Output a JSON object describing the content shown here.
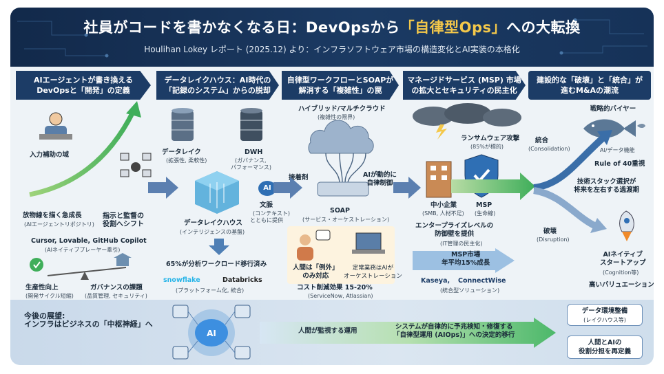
{
  "title": {
    "pre": "社員がコードを書かなくなる日：DevOpsから",
    "hl": "「自律型Ops」",
    "post": "への大転換"
  },
  "subtitle": "Houlihan Lokey レポート (2025.12) より：インフラソフトウェア市場の構造変化とAI実装の本格化",
  "col1": {
    "header_line1": "AIエージェントが書き換える",
    "header_line2": "DevOpsと「開発」の定義",
    "input": "入力補助の域",
    "growth": "放物線を描く急成長",
    "growth_sub": "(AIエージェントリポジトリ)",
    "supervise_1": "指示と監督の",
    "supervise_2": "役割へシフト",
    "tools": "Cursor, Lovable, GitHub Copilot",
    "tools_sub": "(AIネイティブプレーヤー牽引)",
    "prod": "生産性向上",
    "prod_sub": "(開発サイクル短縮)",
    "gov": "ガバナンスの課題",
    "gov_sub": "(品質管理, セキュリティ)"
  },
  "col2": {
    "header_line1": "データレイクハウス：AI時代の",
    "header_line2": "「記録のシステム」からの脱却",
    "lake": "データレイク",
    "lake_sub": "(拡張性, 柔軟性)",
    "dwh": "DWH",
    "dwh_sub1": "(ガバナンス,",
    "dwh_sub2": "パフォーマンス)",
    "lakehouse": "データレイクハウス",
    "lakehouse_sub": "(インテリジェンスの基盤)",
    "ai_badge": "AI",
    "context_1": "文脈",
    "context_2": "(コンテキスト)",
    "context_3": "とともに提供",
    "migration": "65%が分析ワークロード移行済み",
    "vendor1": "snowflake",
    "vendor2": "Databricks",
    "platform": "(プラットフォーム化, 統合)"
  },
  "col3": {
    "header_line1": "自律型ワークフローとSOAPが",
    "header_line2": "解消する「複雑性」の罠",
    "cloud": "ハイブリッド/マルチクラウド",
    "cloud_sub": "(複雑性の限界)",
    "glue": "接着剤",
    "ai_ctrl_1": "AIが動的に",
    "ai_ctrl_2": "自律制御",
    "soap": "SOAP",
    "soap_sub": "(サービス・オーケストレーション)",
    "human_1": "人間は「例外」",
    "human_2": "のみ対応",
    "routine_1": "定常業務はAIが",
    "routine_2": "オーケストレーション",
    "cost": "コスト削減効果 15-20%",
    "cost_sub": "(ServiceNow, Atlassian)"
  },
  "col4": {
    "header_line1": "マネージドサービス (MSP) 市場",
    "header_line2": "の拡大とセキュリティの民主化",
    "ransom": "ランサムウェア攻撃",
    "ransom_sub": "(85%が標的)",
    "smb": "中小企業",
    "smb_sub": "(SMB, 人材不足)",
    "msp": "MSP",
    "msp_sub": "(生命線)",
    "enterprise_1": "エンタープライズレベルの",
    "enterprise_2": "防御壁を提供",
    "enterprise_sub": "(IT管理の民主化)",
    "market_1": "MSP市場",
    "market_2": "年平均15%成長",
    "vendor1": "Kaseya,",
    "vendor2": "ConnectWise",
    "vendor_sub": "(統合型ソリューション)"
  },
  "col5": {
    "header_line1": "建設的な「破壊」と「統合」が",
    "header_line2": "進むM&Aの潮流",
    "buyer": "戦略的バイヤー",
    "consolidation": "統合",
    "consolidation_sub": "(Consolidation)",
    "ai_data": "AI/データ機能",
    "rule40": "Rule of 40重視",
    "stack_1": "技術スタック選択が",
    "stack_2": "将来を左右する過渡期",
    "disruption": "破壊",
    "disruption_sub": "(Disruption)",
    "native_1": "AIネイティブ",
    "native_2": "スタートアップ",
    "native_sub": "(Cognition等)",
    "valuation": "高いバリュエーション"
  },
  "bottom": {
    "outlook_1": "今後の展望:",
    "outlook_2": "インフラはビジネスの「中枢神経」へ",
    "brain": "AI",
    "monitor": "人間が監視する運用",
    "shift_1": "システムが自律的に予兆検知・修復する",
    "shift_2": "「自律型運用 (AIOps)」への決定的移行",
    "box1_1": "データ環境整備",
    "box1_2": "(レイクハウス等)",
    "box2_1": "人間とAIの",
    "box2_2": "役割分担を再定義"
  },
  "colors": {
    "navy": "#1c3c66",
    "accent_gold": "#f4c84a",
    "green": "#3fae5a",
    "blue": "#2f6fb4"
  }
}
